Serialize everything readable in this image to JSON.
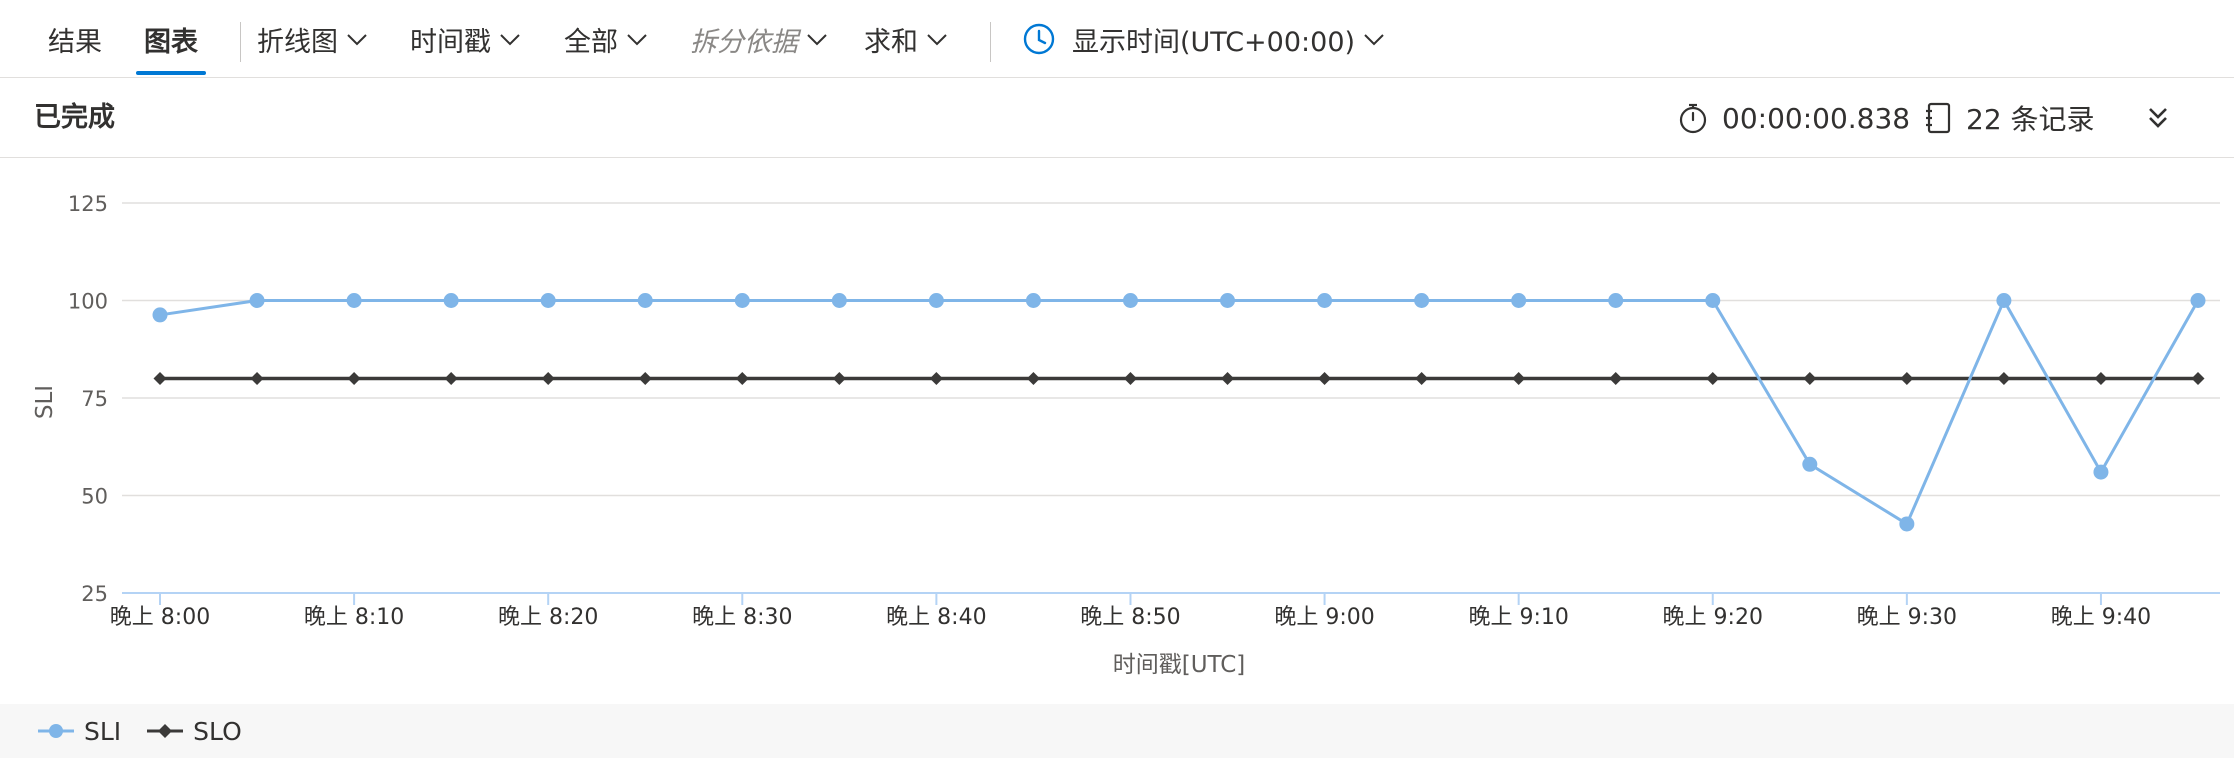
{
  "tabs": [
    {
      "label": "结果",
      "active": false
    },
    {
      "label": "图表",
      "active": true
    }
  ],
  "toolbar": {
    "chart_type": "折线图",
    "x_column": "时间戳",
    "y_column": "全部",
    "split_by": "拆分依据",
    "aggregation": "求和",
    "time_display": "显示时间(UTC+00:00)"
  },
  "status": {
    "title": "已完成",
    "duration": "00:00:00.838",
    "records": "22 条记录"
  },
  "icons": {
    "chevron": "chevron-down-icon",
    "clock": "clock-icon",
    "stopwatch": "stopwatch-icon",
    "records": "notebook-icon",
    "expand": "double-chevron-down-icon"
  },
  "colors": {
    "accent": "#0078d4",
    "sli": "#7fb5e8",
    "slo": "#3b3a39",
    "grid": "#e1dfdd",
    "axis": "#b4d3f5"
  },
  "chart_data": {
    "type": "line",
    "xlabel": "时间戳[UTC]",
    "ylabel": "SLI",
    "ylim": [
      25,
      125
    ],
    "yticks": [
      25,
      50,
      75,
      100,
      125
    ],
    "grid": true,
    "legend_position": "bottom-left",
    "x_tick_labels": [
      "晚上 8:00",
      "晚上 8:10",
      "晚上 8:20",
      "晚上 8:30",
      "晚上 8:40",
      "晚上 8:50",
      "晚上 9:00",
      "晚上 9:10",
      "晚上 9:20",
      "晚上 9:30",
      "晚上 9:40"
    ],
    "x_minutes": [
      0,
      5,
      10,
      15,
      20,
      25,
      30,
      35,
      40,
      45,
      50,
      55,
      60,
      65,
      70,
      75,
      80,
      85,
      90,
      95,
      100,
      105
    ],
    "series": [
      {
        "name": "SLI",
        "marker": "circle",
        "values": [
          96.3,
          100,
          100,
          100,
          100,
          100,
          100,
          100,
          100,
          100,
          100,
          100,
          100,
          100,
          100,
          100,
          100,
          58,
          42.7,
          100,
          56,
          100
        ]
      },
      {
        "name": "SLO",
        "marker": "diamond",
        "values": [
          80,
          80,
          80,
          80,
          80,
          80,
          80,
          80,
          80,
          80,
          80,
          80,
          80,
          80,
          80,
          80,
          80,
          80,
          80,
          80,
          80,
          80
        ]
      }
    ]
  }
}
